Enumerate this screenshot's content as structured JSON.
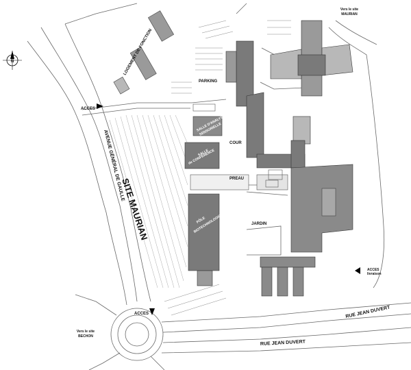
{
  "map": {
    "compass_letter": "N",
    "labels": {
      "site_maurian": "SITE MAURIAN",
      "avenue": "AVENUE GÉNÉRAL DE GAULLE",
      "logement": "LOGEMENT DE FONCTION",
      "parking": "PARKING",
      "acces": "ACCES",
      "acces_livraison_1": "ACCES",
      "acces_livraison_2": "livraison",
      "vers_maurian_1": "Vers le site",
      "vers_maurian_2": "MAURIAN",
      "vers_bechon_1": "Vers le site",
      "vers_bechon_2": "BECHON",
      "salle_analyse_1": "SALLE D'ANALYSE",
      "salle_analyse_2": "SENSORIELLE",
      "salle_conf_1": "SALLE",
      "salle_conf_2": "de CONFÉRENCE",
      "cour": "COUR",
      "preau": "PREAU",
      "jardin": "JARDIN",
      "pole_1": "PÔLE",
      "pole_2": "BIOTECHNOLOGIQUE",
      "rue_duvert": "RUE JEAN DUVERT"
    },
    "colors": {
      "building_dark": "#7a7a7a",
      "building_mid": "#9a9a9a",
      "building_light": "#b8b8b8",
      "line": "#555555",
      "arrow": "#000000"
    }
  }
}
